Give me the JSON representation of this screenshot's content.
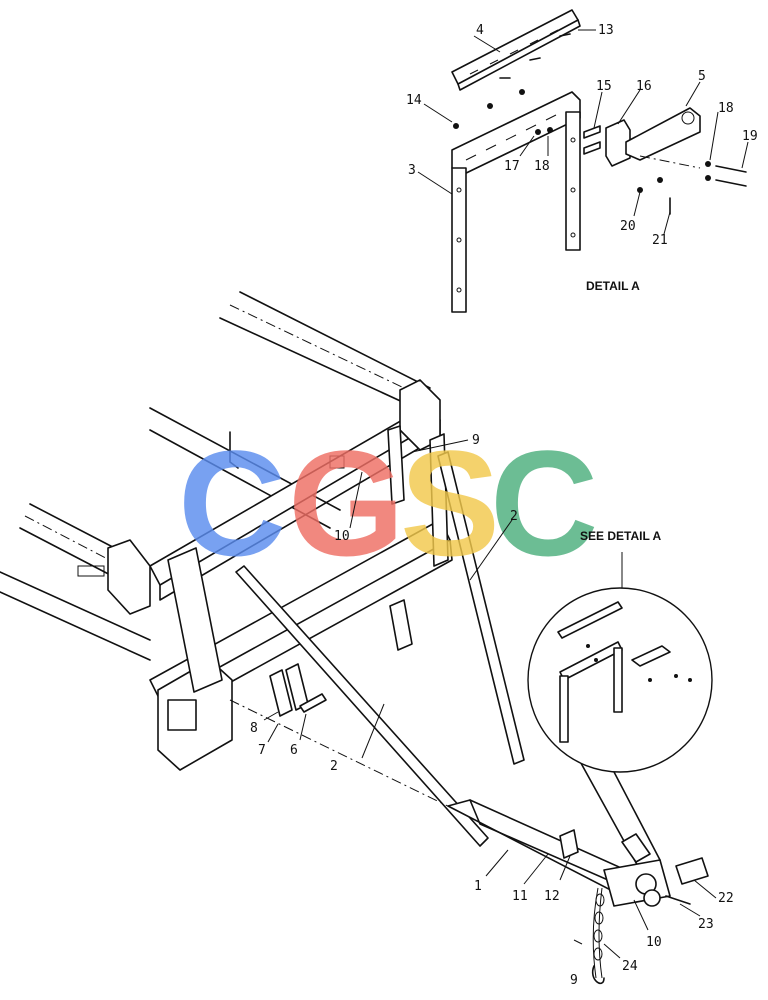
{
  "captions": {
    "detail_a": "DETAIL A",
    "see_detail_a": "SEE DETAIL A"
  },
  "watermark": {
    "letters": [
      "C",
      "G",
      "S",
      "C"
    ],
    "colors": [
      "#5b8def",
      "#ee6e64",
      "#f2c94c",
      "#4caf7d"
    ]
  },
  "callouts": [
    "1",
    "2",
    "2",
    "3",
    "4",
    "5",
    "6",
    "7",
    "8",
    "9",
    "9",
    "10",
    "10",
    "11",
    "12",
    "13",
    "14",
    "15",
    "16",
    "17",
    "18",
    "18",
    "19",
    "20",
    "21",
    "22",
    "23",
    "24"
  ]
}
